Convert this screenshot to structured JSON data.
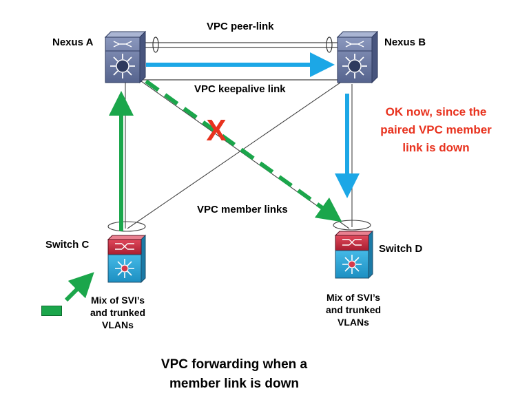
{
  "devices": {
    "nexus_a": {
      "label": "Nexus A"
    },
    "nexus_b": {
      "label": "Nexus B"
    },
    "switch_c": {
      "label": "Switch C",
      "description": [
        "Mix of SVI’s",
        "and trunked",
        "VLANs"
      ]
    },
    "switch_d": {
      "label": "Switch D",
      "description": [
        "Mix of SVI’s",
        "and trunked",
        "VLANs"
      ]
    }
  },
  "links": {
    "peer_link": "VPC peer-link",
    "keepalive_link": "VPC keepalive link",
    "member_links": "VPC member links"
  },
  "annotation": [
    "OK now, since the",
    "paired VPC member",
    "link is down"
  ],
  "failure_marker": "X",
  "caption": [
    "VPC forwarding when a",
    "member link is down"
  ],
  "colors": {
    "traffic_green": "#1ba64b",
    "traffic_blue": "#1ca7e6",
    "failure_red": "#e8321e",
    "nexus_body": "#6f7fa8",
    "switch_top": "#c8283e",
    "switch_bottom": "#2aa7d9"
  },
  "icons": {
    "nexus": "nexus-switch-icon",
    "access": "multilayer-switch-icon"
  }
}
